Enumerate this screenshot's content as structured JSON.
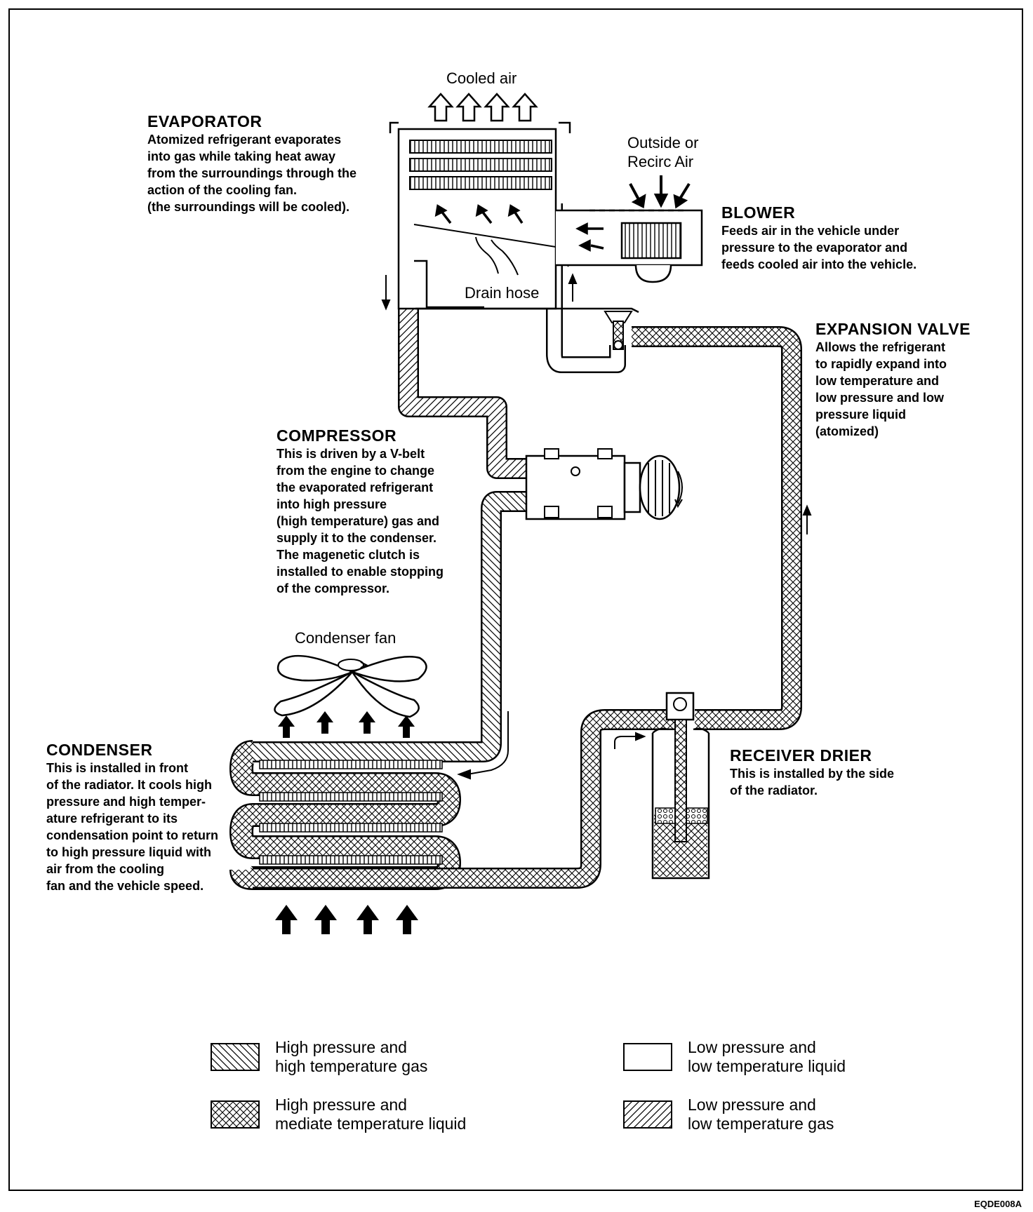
{
  "labels": {
    "cooled_air": "Cooled air",
    "outside_air": "Outside or\nRecirc Air",
    "drain_hose": "Drain hose",
    "condenser_fan": "Condenser fan"
  },
  "components": {
    "evaporator": {
      "title": "EVAPORATOR",
      "text": "Atomized refrigerant evaporates\ninto gas while taking heat away\nfrom the surroundings through the\naction of the cooling fan.\n(the surroundings will be cooled)."
    },
    "blower": {
      "title": "BLOWER",
      "text": "Feeds air in the vehicle under\npressure to the evaporator and\nfeeds cooled air into the vehicle."
    },
    "expansion_valve": {
      "title": "EXPANSION VALVE",
      "text": "Allows the refrigerant\nto rapidly expand into\nlow temperature and\nlow pressure and low\npressure liquid\n(atomized)"
    },
    "compressor": {
      "title": "COMPRESSOR",
      "text": "This is driven by a V-belt\nfrom the engine to change\nthe evaporated refrigerant\ninto high pressure\n(high temperature) gas and\nsupply it to the condenser.\nThe magenetic clutch is\ninstalled to enable stopping\nof the compressor."
    },
    "condenser": {
      "title": "CONDENSER",
      "text": "This is installed in front\nof the radiator. It cools high\npressure and high temper-\nature refrigerant to its\ncondensation point to return\nto high pressure liquid with\nair from the cooling\nfan and the vehicle speed."
    },
    "receiver_drier": {
      "title": "RECEIVER DRIER",
      "text": "This is installed by the side\nof the radiator."
    }
  },
  "legend": [
    {
      "pattern": "hp-gas",
      "text": "High pressure and\nhigh temperature gas"
    },
    {
      "pattern": "lp-liquid",
      "text": "Low pressure and\nlow temperature liquid"
    },
    {
      "pattern": "hp-liquid",
      "text": "High pressure and\nmediate temperature liquid"
    },
    {
      "pattern": "lp-gas",
      "text": "Low pressure and\nlow temperature gas"
    }
  ],
  "figure_code": "EQDE008A"
}
